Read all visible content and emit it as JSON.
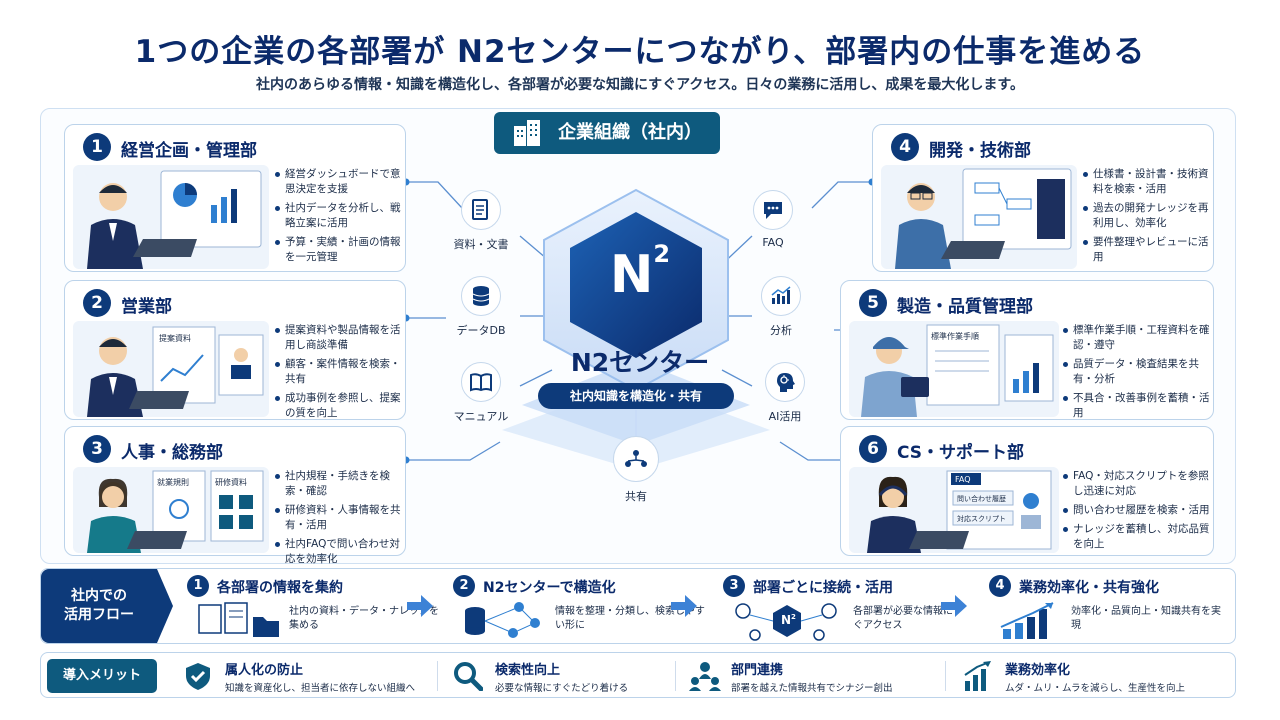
{
  "header": {
    "title": "1つの企業の各部署が N2センターにつながり、部署内の仕事を進める",
    "subtitle": "社内のあらゆる情報・知識を構造化し、各部署が必要な知識にすぐアクセス。日々の業務に活用し、成果を最大化します。"
  },
  "org_badge": "企業組織（社内）",
  "center": {
    "logo_text": "N",
    "logo_sup": "2",
    "title": "N2センター",
    "pill": "社内知識を構造化・共有"
  },
  "categories": [
    {
      "label": "資料・文書",
      "icon": "document-icon"
    },
    {
      "label": "データDB",
      "icon": "database-icon"
    },
    {
      "label": "マニュアル",
      "icon": "book-icon"
    },
    {
      "label": "FAQ",
      "icon": "chat-icon"
    },
    {
      "label": "分析",
      "icon": "chart-icon"
    },
    {
      "label": "AI活用",
      "icon": "ai-head-icon"
    },
    {
      "label": "共有",
      "icon": "share-icon"
    }
  ],
  "departments": [
    {
      "num": "1",
      "name": "経営企画・管理部",
      "bullets": [
        "経営ダッシュボードで意思決定を支援",
        "社内データを分析し、戦略立案に活用",
        "予算・実績・計画の情報を一元管理"
      ]
    },
    {
      "num": "2",
      "name": "営業部",
      "bullets": [
        "提案資料や製品情報を活用し商談準備",
        "顧客・案件情報を検索・共有",
        "成功事例を参照し、提案の質を向上"
      ],
      "illus_label": "提案資料"
    },
    {
      "num": "3",
      "name": "人事・総務部",
      "bullets": [
        "社内規程・手続きを検索・確認",
        "研修資料・人事情報を共有・活用",
        "社内FAQで問い合わせ対応を効率化"
      ],
      "illus_labels": [
        "就業規則",
        "研修資料"
      ]
    },
    {
      "num": "4",
      "name": "開発・技術部",
      "bullets": [
        "仕様書・設計書・技術資料を検索・活用",
        "過去の開発ナレッジを再利用し、効率化",
        "要件整理やレビューに活用"
      ]
    },
    {
      "num": "5",
      "name": "製造・品質管理部",
      "bullets": [
        "標準作業手順・工程資料を確認・遵守",
        "品質データ・検査結果を共有・分析",
        "不具合・改善事例を蓄積・活用"
      ],
      "illus_label": "標準作業手順"
    },
    {
      "num": "6",
      "name": "CS・サポート部",
      "bullets": [
        "FAQ・対応スクリプトを参照し迅速に対応",
        "問い合わせ履歴を検索・活用",
        "ナレッジを蓄積し、対応品質を向上"
      ],
      "illus_labels": [
        "FAQ",
        "問い合わせ履歴",
        "対応スクリプト"
      ]
    }
  ],
  "flow": {
    "label_line1": "社内での",
    "label_line2": "活用フロー",
    "steps": [
      {
        "num": "1",
        "title": "各部署の情報を集約",
        "desc": "社内の資料・データ・ナレッジを集める"
      },
      {
        "num": "2",
        "title": "N2センターで構造化",
        "desc": "情報を整理・分類し、検索しやすい形に"
      },
      {
        "num": "3",
        "title": "部署ごとに接続・活用",
        "desc": "各部署が必要な情報にすぐアクセス"
      },
      {
        "num": "4",
        "title": "業務効率化・共有強化",
        "desc": "効率化・品質向上・知識共有を実現"
      }
    ]
  },
  "merits": {
    "label": "導入メリット",
    "items": [
      {
        "title": "属人化の防止",
        "desc": "知識を資産化し、担当者に依存しない組織へ",
        "icon": "shield-check-icon"
      },
      {
        "title": "検索性向上",
        "desc": "必要な情報にすぐたどり着ける",
        "icon": "search-icon"
      },
      {
        "title": "部門連携",
        "desc": "部署を越えた情報共有でシナジー創出",
        "icon": "team-icon"
      },
      {
        "title": "業務効率化",
        "desc": "ムダ・ムリ・ムラを減らし、生産性を向上",
        "icon": "growth-chart-icon"
      }
    ]
  },
  "colors": {
    "primary": "#0d3a7a",
    "teal": "#0e5a7e",
    "accent": "#2f7fd0"
  }
}
